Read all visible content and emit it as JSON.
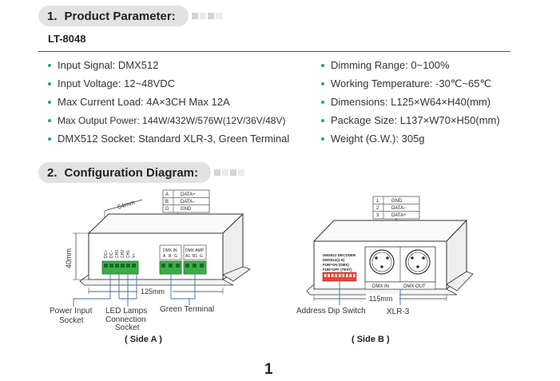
{
  "section1": {
    "number": "1.",
    "title": "Product Parameter:"
  },
  "model": "LT-8048",
  "params_left": [
    "Input Signal: DMX512",
    "Input Voltage: 12~48VDC",
    "Max Current Load: 4A×3CH  Max 12A",
    "Max Output Power: 144W/432W/576W(12V/36V/48V)",
    "DMX512 Socket: Standard XLR-3, Green Terminal"
  ],
  "params_right": [
    "Dimming Range: 0~100%",
    "Working Temperature: -30℃~65℃",
    "Dimensions: L125×W64×H40(mm)",
    "Package Size: L137×W70×H50(mm)",
    "Weight (G.W.): 305g"
  ],
  "section2": {
    "number": "2.",
    "title": "Configuration Diagram:"
  },
  "sideA": {
    "terminal_table": [
      [
        "A",
        "DATA+"
      ],
      [
        "B",
        "DATA−"
      ],
      [
        "G",
        "GND"
      ]
    ],
    "depth": "64mm",
    "height": "40mm",
    "length": "125mm",
    "power_channels": [
      "DC+",
      "DC−",
      "CH3",
      "CH2",
      "CH1",
      "V+"
    ],
    "dmx_in": {
      "title": "DMX  IN",
      "pins": [
        "A",
        "B",
        "G"
      ]
    },
    "dmx_amp": {
      "title": "DMX  AMP",
      "pins": [
        "A1",
        "B1",
        "G"
      ]
    },
    "power_label": [
      "Power Input",
      "Socket"
    ],
    "led_label": [
      "LED Lamps",
      "Connection",
      "Socket"
    ],
    "green_label": "Green Terminal",
    "caption": "( Side A )"
  },
  "sideB": {
    "xlr_table": [
      [
        "1",
        "GND"
      ],
      [
        "2",
        "DATA−"
      ],
      [
        "3",
        "DATA+"
      ]
    ],
    "panel_text": [
      "DMX512  DECODER",
      "DMX512(1-9)",
      "FUN=ON (DMX)",
      "FUN=OFF (TEST)"
    ],
    "dmx_in": "DMX  IN",
    "dmx_out": "DMX  OUT",
    "length": "115mm",
    "dip_label": "Address Dip Switch",
    "xlr_label": "XLR-3",
    "caption": "( Side B )"
  },
  "page_number": "1"
}
